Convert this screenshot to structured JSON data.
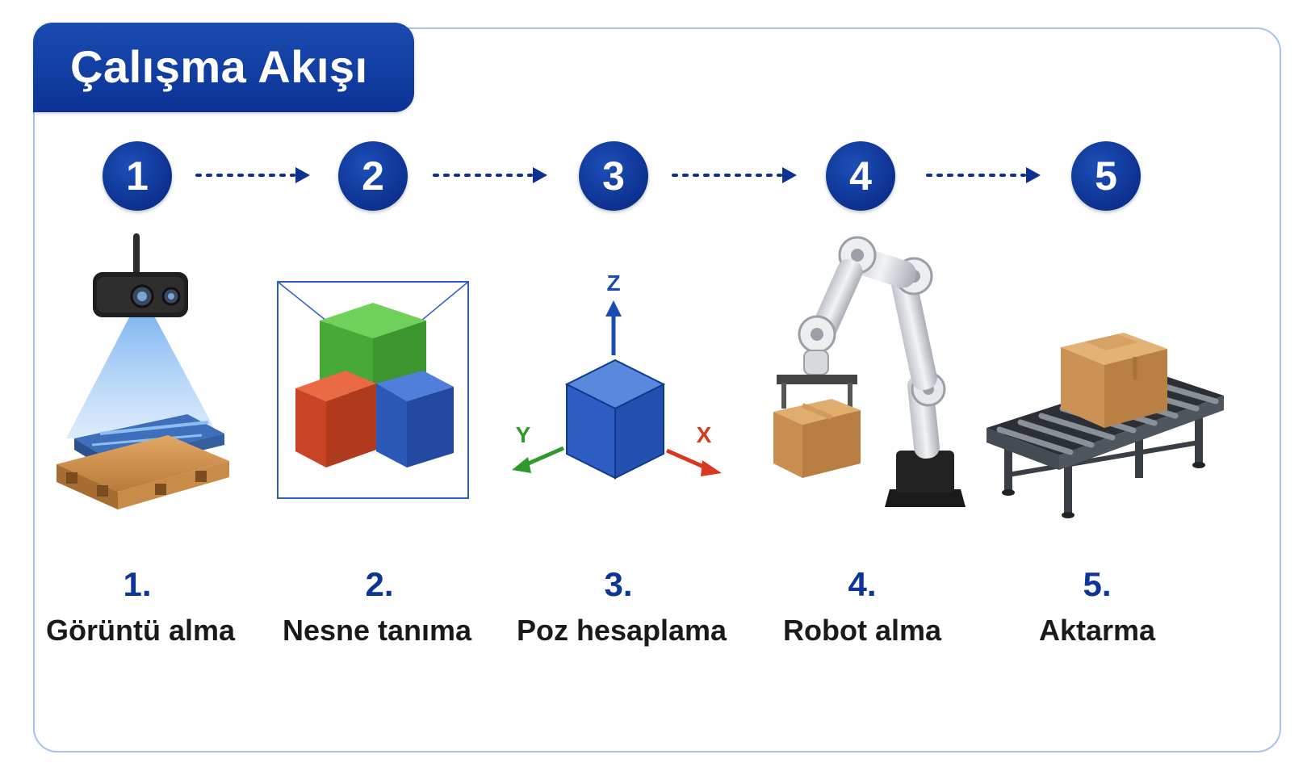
{
  "header": {
    "title": "Çalışma Akışı"
  },
  "steps": [
    {
      "badge": "1",
      "number": "1.",
      "label": "Görüntü alma",
      "icon": "camera-pallet-icon"
    },
    {
      "badge": "2",
      "number": "2.",
      "label": "Nesne tanıma",
      "icon": "cube-detection-icon"
    },
    {
      "badge": "3",
      "number": "3.",
      "label": "Poz hesaplama",
      "icon": "pose-axes-icon"
    },
    {
      "badge": "4",
      "number": "4.",
      "label": "Robot alma",
      "icon": "robot-arm-icon"
    },
    {
      "badge": "5",
      "number": "5.",
      "label": "Aktarma",
      "icon": "conveyor-icon"
    }
  ],
  "axes": {
    "x": "X",
    "y": "Y",
    "z": "Z"
  },
  "colors": {
    "accent": "#0c3190",
    "panel_border": "#a9c2e8",
    "cube_green": "#4caf3a",
    "cube_red": "#d2502b",
    "cube_blue": "#2d5cc2",
    "axis_x": "#d9381e",
    "axis_y": "#2f9a2a",
    "axis_z": "#1a4bb0"
  }
}
